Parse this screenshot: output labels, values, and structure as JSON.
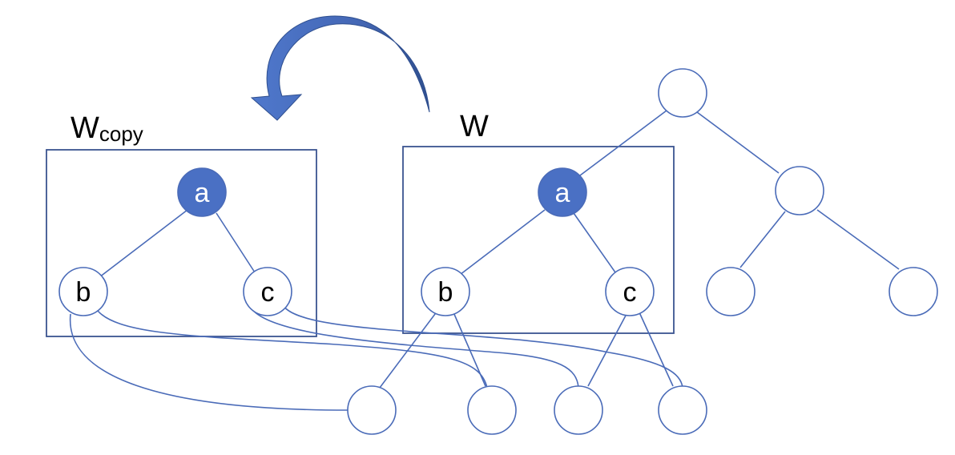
{
  "diagram": {
    "labels": {
      "wcopy_main": "W",
      "wcopy_sub": "copy",
      "w": "W"
    },
    "nodes": {
      "wcopy_a": "a",
      "wcopy_b": "b",
      "wcopy_c": "c",
      "w_a": "a",
      "w_b": "b",
      "w_c": "c"
    },
    "colors": {
      "line": "#4a6bb8",
      "box": "#3b5490",
      "node_fill_highlight": "#4a70c4",
      "node_text_highlight": "#ffffff",
      "node_text": "#000000",
      "arrow_light": "#4f78cc",
      "arrow_dark": "#2f4f8f"
    }
  }
}
